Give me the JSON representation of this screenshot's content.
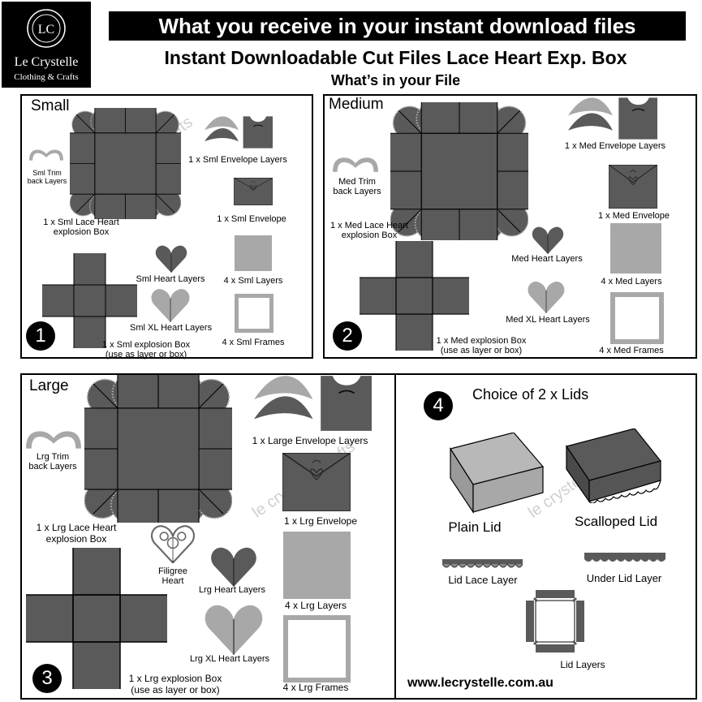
{
  "logo": {
    "monogram": "LC",
    "brand": "Le Crystelle",
    "tagline": "Clothing & Crafts"
  },
  "header": {
    "banner": "What you receive in your instant download files",
    "title": "Instant Downloadable Cut Files Lace Heart Exp. Box",
    "subtitle": "What’s in your File"
  },
  "small": {
    "title": "Small",
    "number": "1",
    "trim": "Sml Trim\nback Layers",
    "box": "1 x Sml Lace Heart\nexplosion Box",
    "env_layers": "1  x Sml Envelope Layers",
    "envelope": "1  x Sml Envelope",
    "heart": "Sml Heart Layers",
    "xl_heart": "Sml XL Heart Layers",
    "layers": "4 x Sml Layers",
    "frames": "4 x Sml Frames",
    "exp_box": "1 x Sml explosion Box\n(use as layer or box)"
  },
  "medium": {
    "title": "Medium",
    "number": "2",
    "trim": "Med Trim\nback Layers",
    "box": "1 x Med Lace Heart\nexplosion Box",
    "env_layers": "1  x Med Envelope Layers",
    "envelope": "1  x Med Envelope",
    "heart": "Med Heart Layers",
    "xl_heart": "Med XL Heart Layers",
    "layers": "4 x Med Layers",
    "frames": "4 x Med Frames",
    "exp_box": "1 x Med explosion Box\n(use as layer or box)"
  },
  "large": {
    "title": "Large",
    "number": "3",
    "trim": "Lrg Trim\nback Layers",
    "box": "1 x Lrg Lace Heart\nexplosion Box",
    "env_layers": "1  x Large Envelope Layers",
    "envelope": "1  x Lrg Envelope",
    "filigree": "Filigree\nHeart",
    "heart": "Lrg Heart Layers",
    "xl_heart": "Lrg XL Heart Layers",
    "layers": "4 x Lrg Layers",
    "frames": "4 x Lrg Frames",
    "exp_box": "1 x Lrg explosion Box\n(use as layer or box)"
  },
  "lids": {
    "number": "4",
    "title": "Choice of 2 x Lids",
    "plain": "Plain Lid",
    "scalloped": "Scalloped Lid",
    "lace_layer": "Lid Lace Layer",
    "under_layer": "Under Lid Layer",
    "lid_layers": "Lid Layers",
    "website": "www.lecrystelle.com.au"
  },
  "watermark": "le crystelle crafts",
  "colors": {
    "dark": "#5a5a5a",
    "light": "#a8a8a8",
    "black": "#000000"
  }
}
